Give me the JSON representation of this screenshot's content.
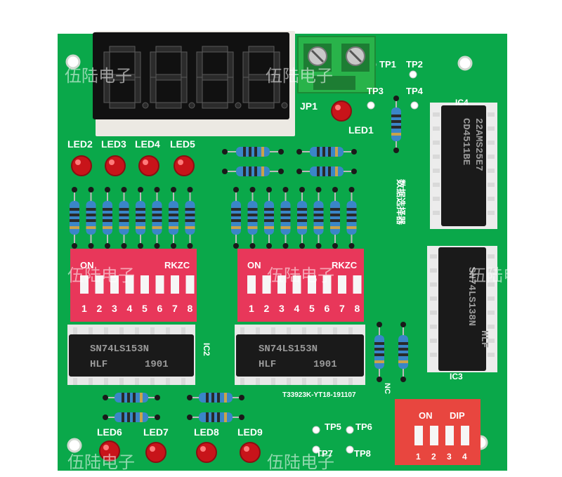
{
  "board": {
    "color": "#0aa84a",
    "silk_color": "#ffffff",
    "heading_cn": "数据选择器",
    "watermark": "伍陆电子",
    "serial": "T33923K-YT18-191107"
  },
  "display": {
    "digits": [
      "8.",
      "8.",
      "8.",
      "8."
    ]
  },
  "connector": {
    "label": "JP1"
  },
  "test_points": [
    "TP1",
    "TP2",
    "TP3",
    "TP4",
    "TP5",
    "TP6",
    "TP7",
    "TP8"
  ],
  "leds": {
    "top": [
      "LED2",
      "LED3",
      "LED4",
      "LED5"
    ],
    "single": "LED1",
    "bottom": [
      "LED6",
      "LED7",
      "LED8",
      "LED9"
    ]
  },
  "dip_switch_8": {
    "on_label": "ON",
    "brand": "RKZC",
    "numbers": [
      "1",
      "2",
      "3",
      "4",
      "5",
      "6",
      "7",
      "8"
    ]
  },
  "dip_switch_4": {
    "on_label": "ON",
    "brand": "DIP",
    "numbers": [
      "1",
      "2",
      "3",
      "4"
    ]
  },
  "chips": {
    "ic1": {
      "line1": "SN74LS153N",
      "line2": "HLF",
      "line3": "1901"
    },
    "ic2": {
      "line1": "SN74LS153N",
      "line2": "HLF",
      "line3": "1901"
    },
    "ic4": {
      "line1": "22AMS25E7",
      "line2": "CD4511BE"
    },
    "ic3": {
      "line1": "SN74LS138N",
      "line2": "HLF"
    }
  },
  "silk_labels": {
    "ic2_label": "IC2",
    "ic3_label": "IC3",
    "ic4_label": "IC4",
    "nc": "NC"
  }
}
